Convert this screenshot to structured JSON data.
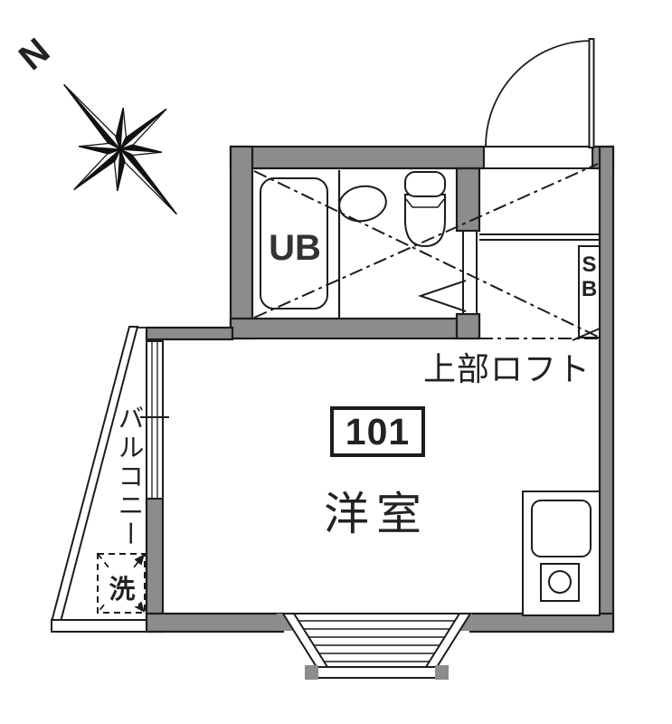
{
  "compass": {
    "north": "N"
  },
  "labels": {
    "unit_bath": "UB",
    "shoe_box_s": "S",
    "shoe_box_b": "B",
    "loft": "上部ロフト",
    "room_number": "101",
    "room_type": "洋室",
    "balcony": "バルコニー",
    "washer": "洗"
  },
  "colors": {
    "wall": "#8c8c8c",
    "line": "#1c1c1c",
    "floor": "#ffffff",
    "text": "#222222"
  }
}
